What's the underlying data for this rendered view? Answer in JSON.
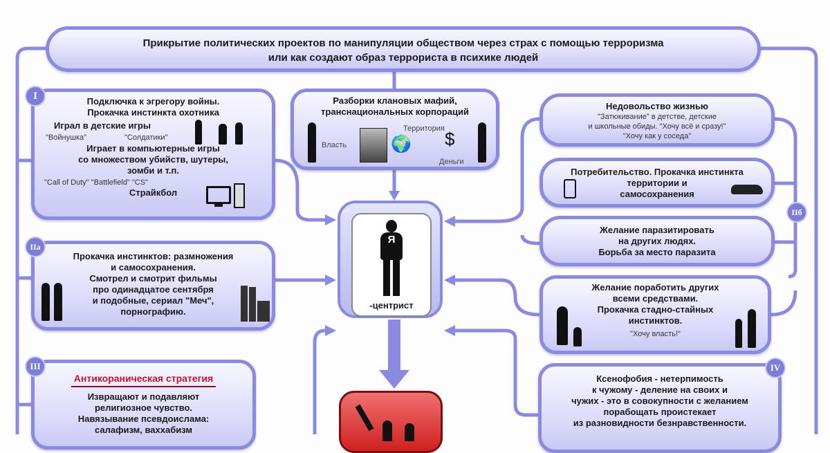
{
  "title": {
    "line1": "Прикрытие политических проектов по манипуляции обществом через страх с помощью терроризма",
    "line2": "или как создают образ террориста в психике людей"
  },
  "box_I": {
    "badge": "I",
    "heading1": "Подключка к эгрегору войны.",
    "heading2": "Прокачка инстинкта охотника",
    "played": "Играл в детские игры",
    "games_kids": [
      "\"Войнушка\"",
      "\"Солдатики\""
    ],
    "plays1": "Играет в компьютерные игры",
    "plays2": "со множеством убийств, шутеры,",
    "plays3": "зомби и т.п.",
    "games_pc": "\"Call of Duty\" \"Battlefield\" \"CS\"",
    "airsoft": "Страйкбол"
  },
  "box_IIa": {
    "badge": "IIа",
    "lines": [
      "Прокачка инстинктов: размножения",
      "и самосохранения.",
      "Смотрел и смотрит фильмы",
      "про одинадцатое сентября",
      "и подобные, сериал \"Меч\",",
      "порнографию."
    ]
  },
  "box_III": {
    "badge": "III",
    "heading": "Антикораническая стратегия",
    "lines": [
      "Извращают и подавляют",
      "религиозное чувство.",
      "Навязывание псевдоислама:",
      "салафизм, ваххабизм"
    ]
  },
  "box_mafia": {
    "line1": "Разборки клановых мафий,",
    "line2": "транснациональных корпораций",
    "power": "Власть",
    "territory": "Территория",
    "money": "Деньги",
    "dollar": "$"
  },
  "center": {
    "letter": "Я",
    "label": "-центрист"
  },
  "right": {
    "badge_IIb": "IIб",
    "badge_IV": "IV",
    "discontent": {
      "heading": "Недовольство жизнью",
      "lines": [
        "\"Затюкивание\" в детстве, детские",
        "и школьные обиды. \"Хочу всё и сразу!\"",
        "\"Хочу как у соседа\""
      ]
    },
    "consumerism": {
      "lines": [
        "Потребительство. Прокачка инстинкта",
        "территории и",
        "самосохранения"
      ]
    },
    "parasite": {
      "lines": [
        "Желание паразитировать",
        "на других людях.",
        "Борьба за место паразита"
      ]
    },
    "enslave": {
      "lines": [
        "Желание поработить других",
        "всеми средствами.",
        "Прокачка стадно-стайных",
        "инстинктов."
      ],
      "quote": "\"Хочу власть!\""
    },
    "xenophobia": {
      "lines": [
        "Ксенофобия - нетерпимость",
        "к чужому - деление на своих и",
        "чужих - это в совокупности с желанием",
        "порабощать проистекает",
        "из разновидности безнравственности."
      ]
    }
  },
  "colors": {
    "line": "#8a8ae0",
    "box_fill": "#d9d9fa",
    "red_box": "#e0322e",
    "heading_red": "#c0162a"
  }
}
